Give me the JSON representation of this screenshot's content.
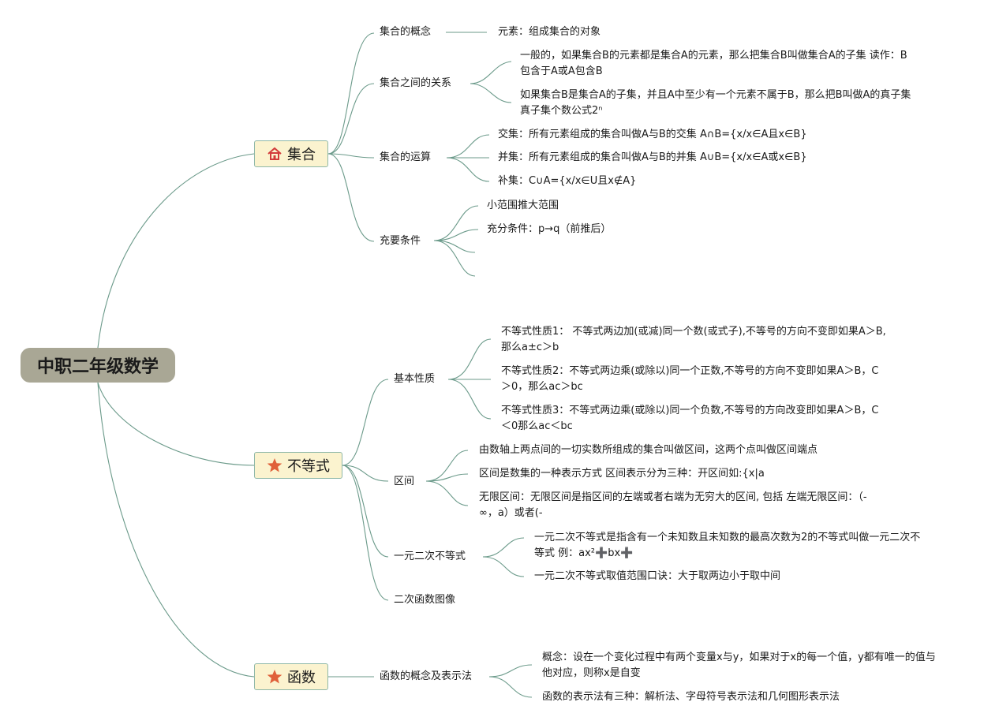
{
  "root": {
    "label": "中职二年级数学"
  },
  "branches": {
    "set": {
      "label": "集合",
      "icon": "home-icon",
      "concept": {
        "label": "集合的概念",
        "element": "元素：组成集合的对象"
      },
      "relation": {
        "label": "集合之间的关系",
        "subset": "一般的，如果集合B的元素都是集合A的元素，那么把集合B叫做集合A的子集 读作：B包含于A或A包含B",
        "proper": "如果集合B是集合A的子集，并且A中至少有一个元素不属于B，那么把B叫做A的真子集 真子集个数公式2ⁿ"
      },
      "operation": {
        "label": "集合的运算",
        "intersection": "交集：所有元素组成的集合叫做A与B的交集 A∩B={x/x∈A且x∈B}",
        "union": "并集：所有元素组成的集合叫做A与B的并集 A∪B={x/x∈A或x∈B}",
        "complement": "补集：C∪A={x/x∈U且x∉A}"
      },
      "condition": {
        "label": "充要条件",
        "c1": "小范围推大范围",
        "c2": "充分条件：p→q（前推后）"
      }
    },
    "inequality": {
      "label": "不等式",
      "icon": "star-icon",
      "basic": {
        "label": "基本性质",
        "p1": "不等式性质1： 不等式两边加(或减)同一个数(或式子),不等号的方向不变即如果A＞B,那么a±c＞b",
        "p2": "不等式性质2：不等式两边乘(或除以)同一个正数,不等号的方向不变即如果A＞B，C＞0，那么ac＞bc",
        "p3": "不等式性质3：不等式两边乘(或除以)同一个负数,不等号的方向改变即如果A＞B，C＜0那么ac＜bc"
      },
      "interval": {
        "label": "区间",
        "i1": "由数轴上两点间的一切实数所组成的集合叫做区间，这两个点叫做区间端点",
        "i2": "区间是数集的一种表示方式 区间表示分为三种：开区间如:{x|a",
        "i3": "无限区间：无限区间是指区间的左端或者右端为无穷大的区间, 包括 左端无限区间：（-∞，a）或者(-"
      },
      "quadratic": {
        "label": "一元二次不等式",
        "q1": "一元二次不等式是指含有一个未知数且未知数的最高次数为2的不等式叫做一元二次不等式 例：ax²➕bx➕",
        "q2": "一元二次不等式取值范围口诀：大于取两边小于取中间"
      },
      "graph": {
        "label": "二次函数图像"
      }
    },
    "function": {
      "label": "函数",
      "icon": "star-icon",
      "concept": {
        "label": "函数的概念及表示法",
        "f1": "概念：设在一个变化过程中有两个变量x与y，如果对于x的每一个值，y都有唯一的值与他对应，则称x是自变",
        "f2": "函数的表示法有三种：解析法、字母符号表示法和几何图形表示法"
      }
    }
  },
  "colors": {
    "line": "#6b9a8a",
    "root_bg": "#a9a795",
    "node_bg": "#fbf3cf",
    "node_border": "#8fb8a8",
    "home_icon": "#d23b3b",
    "star_icon": "#e0603a"
  }
}
